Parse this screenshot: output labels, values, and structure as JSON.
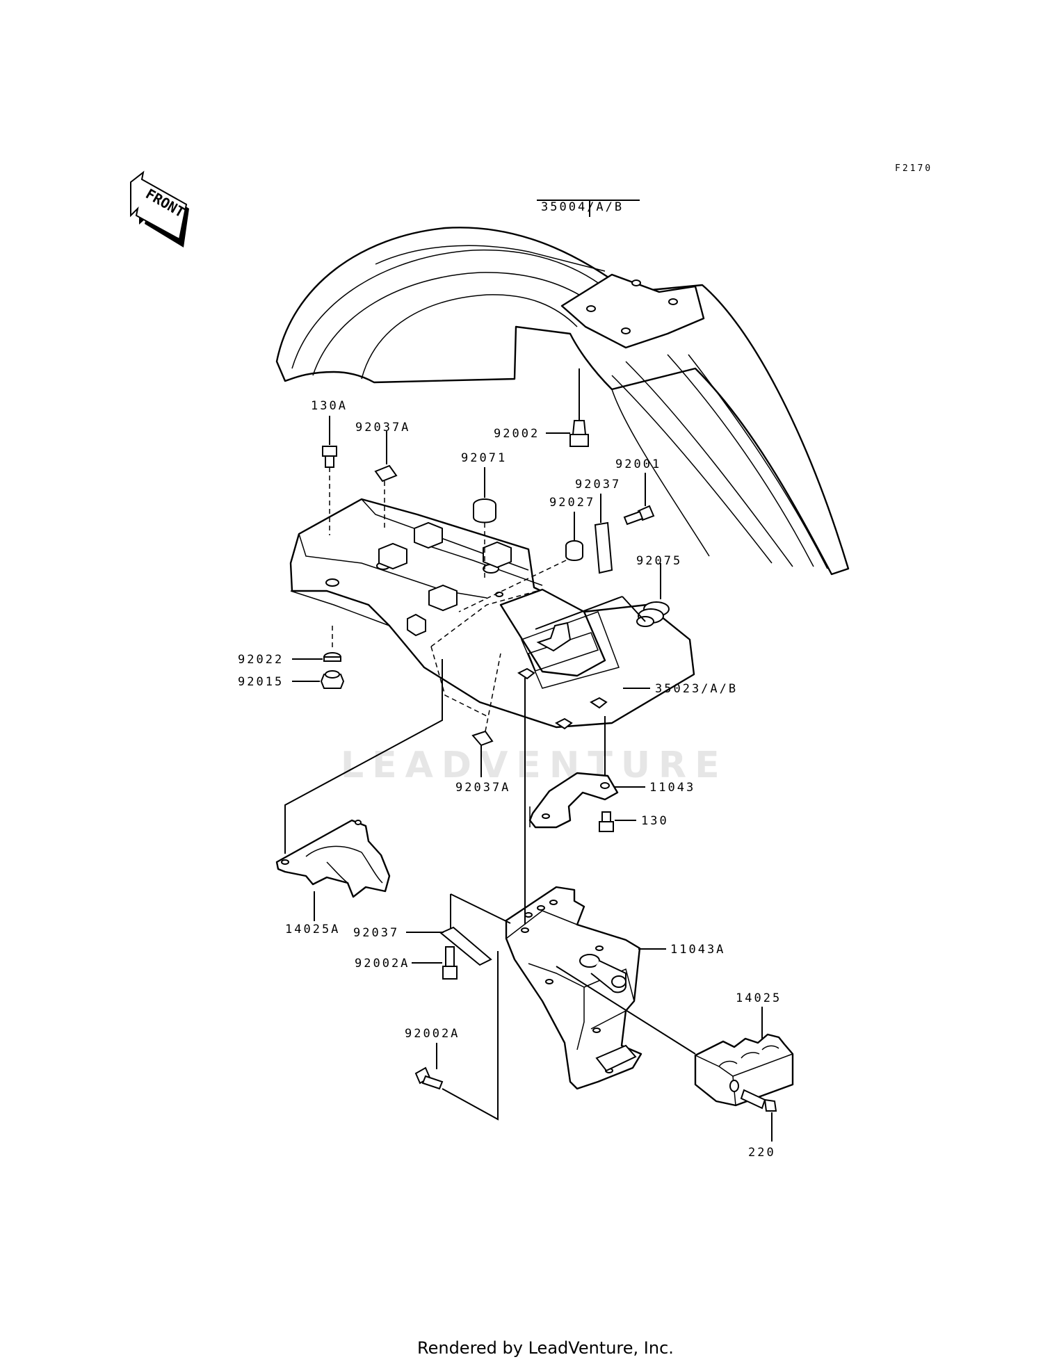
{
  "figure_code": "F2170",
  "front_arrow_label": "FRONT",
  "watermark": "LEADVENTURE",
  "footer": "Rendered by LeadVenture, Inc.",
  "callouts": {
    "p35004": "35004/A/B",
    "p130A": "130A",
    "p92037A_top": "92037A",
    "p92002": "92002",
    "p92071": "92071",
    "p92001": "92001",
    "p92037_top": "92037",
    "p92027": "92027",
    "p92075": "92075",
    "p92022": "92022",
    "p92015": "92015",
    "p35023": "35023/A/B",
    "p92037A_bot": "92037A",
    "p11043": "11043",
    "p130": "130",
    "p14025A": "14025A",
    "p92037_bot": "92037",
    "p11043A": "11043A",
    "p92002A_1": "92002A",
    "p14025": "14025",
    "p92002A_2": "92002A",
    "p220": "220"
  }
}
